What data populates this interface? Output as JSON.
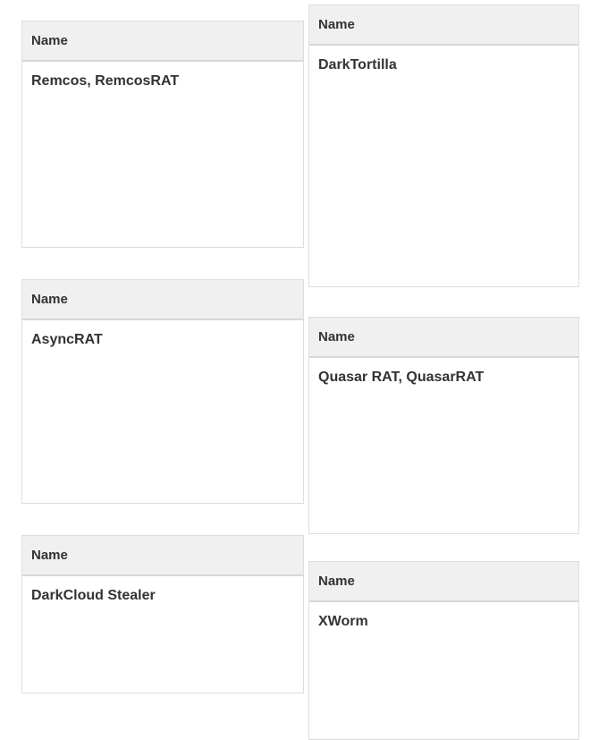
{
  "colors": {
    "page_background": "#ffffff",
    "header_background": "#f0f0f0",
    "border": "#dddddd",
    "text": "#333333"
  },
  "tables": [
    {
      "header": "Name",
      "value": "Remcos, RemcosRAT"
    },
    {
      "header": "Name",
      "value": "AsyncRAT"
    },
    {
      "header": "Name",
      "value": "DarkCloud Stealer"
    },
    {
      "header": "Name",
      "value": "DarkTortilla"
    },
    {
      "header": "Name",
      "value": "Quasar RAT, QuasarRAT"
    },
    {
      "header": "Name",
      "value": "XWorm"
    }
  ]
}
